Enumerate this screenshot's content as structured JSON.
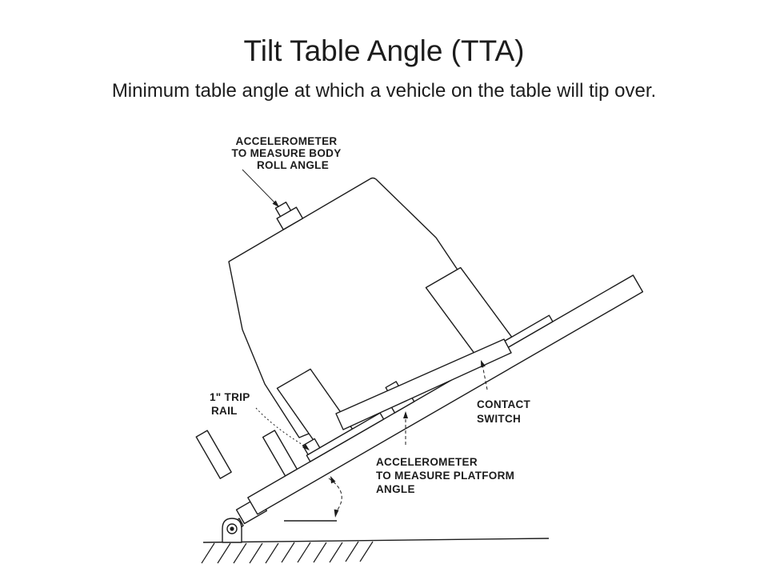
{
  "slide": {
    "title": "Tilt Table Angle (TTA)",
    "subtitle": "Minimum table angle at which a vehicle on the table will tip over."
  },
  "diagram": {
    "labels": {
      "body_accelerometer": [
        "ACCELEROMETER",
        "TO MEASURE BODY",
        "ROLL ANGLE"
      ],
      "trip_rail": [
        "1\" TRIP",
        "RAIL"
      ],
      "contact_switch": [
        "CONTACT",
        "SWITCH"
      ],
      "platform_accelerometer": [
        "ACCELEROMETER",
        "TO MEASURE PLATFORM",
        "ANGLE"
      ]
    },
    "colors": {
      "ink": "#1c1c1c",
      "background": "#ffffff"
    }
  }
}
